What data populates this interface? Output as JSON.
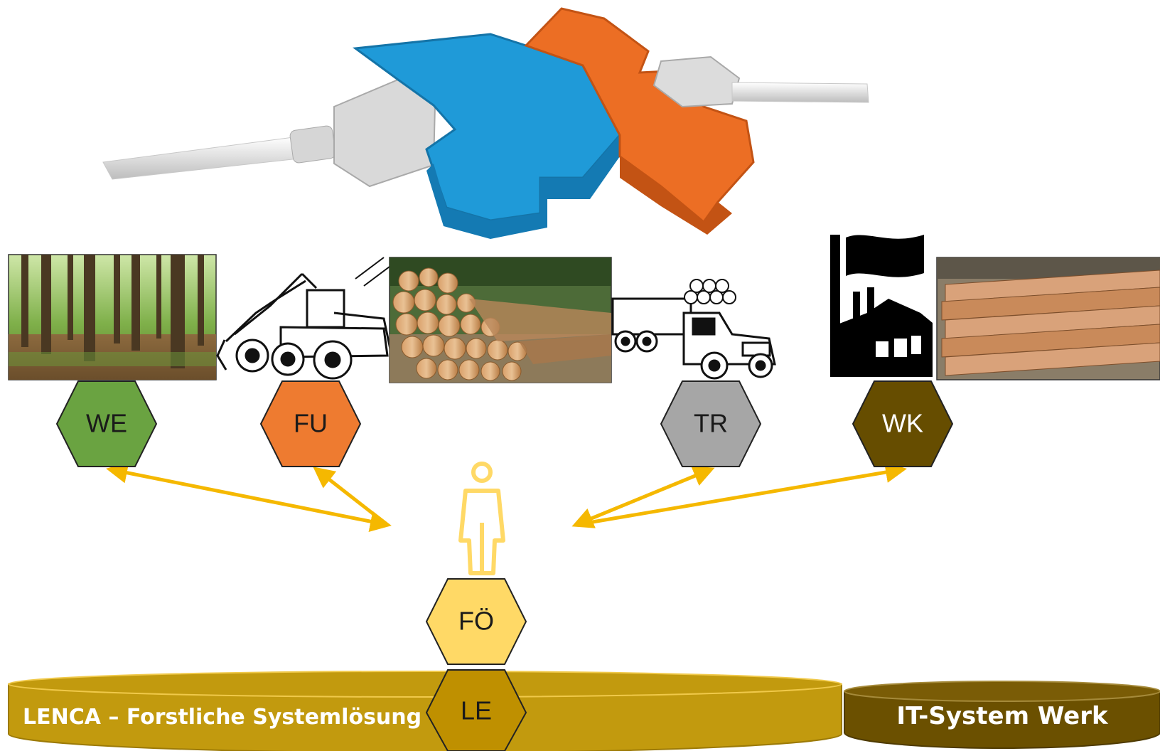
{
  "colors": {
    "connector_arrow": "#f5b800",
    "hex_we": "#6aa341",
    "hex_fu": "#ee7b30",
    "hex_tr": "#a6a6a6",
    "hex_wk": "#664d00",
    "hex_foe": "#ffd966",
    "hex_le": "#bf9000",
    "platform_lenca": "#c29a0e",
    "platform_it": "#6b5000",
    "puzzle_blue": "#1f9ad8",
    "puzzle_orange": "#ec6e24",
    "person": "#ffd966"
  },
  "header_graphic": {
    "icon": "puzzle-pieces-connector-icon"
  },
  "actors": [
    {
      "id": "we",
      "label": "WE",
      "image": "forest-photo"
    },
    {
      "id": "fu",
      "label": "FU",
      "image": "harvester-machine-icon"
    },
    {
      "id": "tr",
      "label": "TR",
      "image": "logging-truck-icon"
    },
    {
      "id": "wk",
      "label": "WK",
      "image": "factory-icon"
    }
  ],
  "log_pile": {
    "image": "log-pile-photo"
  },
  "lumber": {
    "image": "sawn-lumber-photo"
  },
  "center_actor": {
    "label": "FÖ",
    "icon": "person-icon"
  },
  "platform_hex": {
    "label": "LE"
  },
  "platforms": {
    "lenca": "LENCA – Forstliche Systemlösung",
    "it_system": "IT-System Werk"
  }
}
